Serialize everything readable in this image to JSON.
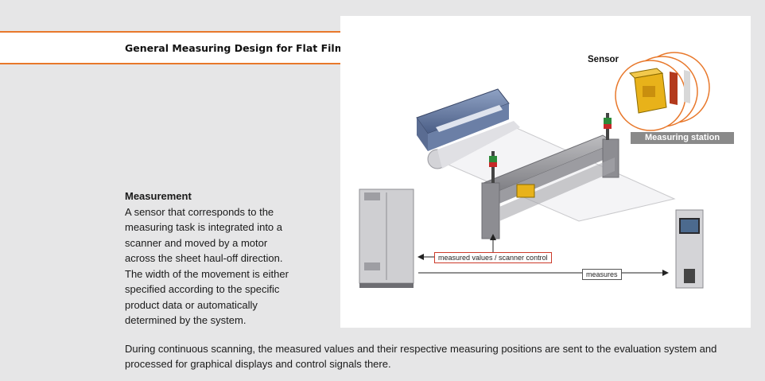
{
  "header": {
    "title": "General Measuring Design for Flat Film Extrusion"
  },
  "measurement": {
    "heading": "Measurement",
    "lines": [
      "A sensor that corresponds to the",
      "measuring task is integrated into a",
      "scanner and moved by a motor",
      "across the sheet haul-off direction.",
      "The width of the movement is either",
      "specified according to the specific",
      "product data or automatically",
      "determined by the system."
    ]
  },
  "figure": {
    "sensor_label": "Sensor",
    "station_label": "Measuring station",
    "arrow_scanner_label": "measured values / scanner control",
    "arrow_measures_label": "measures",
    "colors": {
      "accent": "#e8782b",
      "arrow_label_border": "#cc3a2a",
      "station_bg": "#8a8a8a",
      "sensor_yellow": "#e8b21a"
    }
  },
  "footer": {
    "text": "During continuous scanning, the measured values and their respective measuring positions are sent to the evaluation system and processed for graphical displays and control signals there."
  }
}
